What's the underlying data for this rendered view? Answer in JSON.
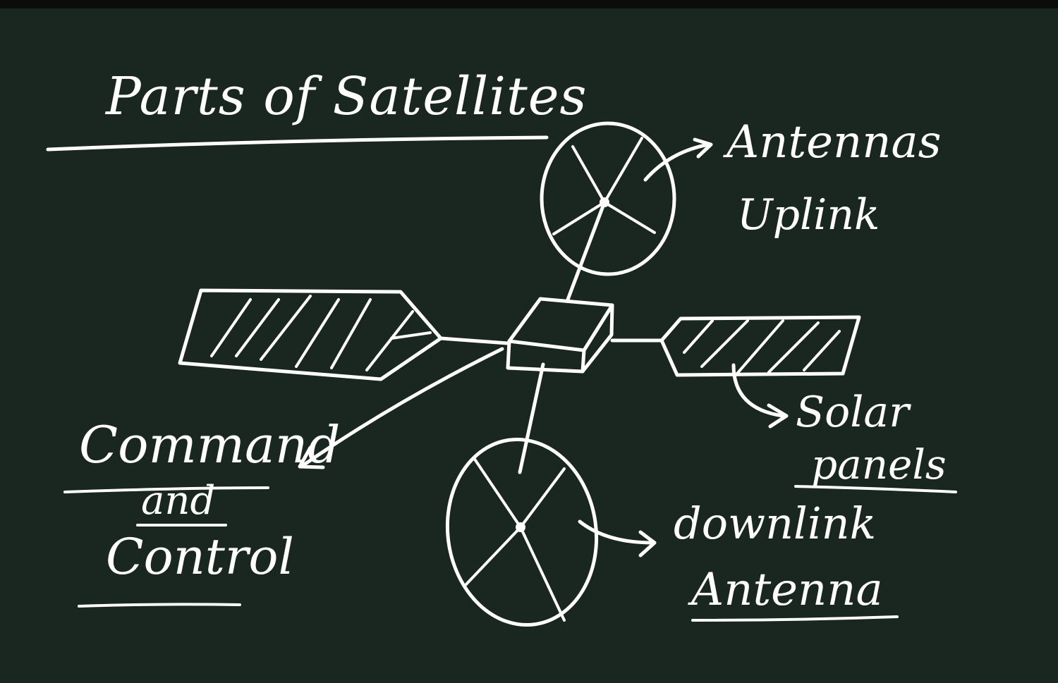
{
  "title": "Parts of Satellites",
  "labels": {
    "antennas": "Antennas",
    "uplink": "Uplink",
    "command": "Command",
    "and": "and",
    "control": "Control",
    "solar": "Solar",
    "panels": "panels",
    "downlink": "downlink",
    "antenna": "Antenna"
  },
  "colors": {
    "board": "#1a2720",
    "chalk": "#ffffff",
    "top_bar": "#0b0d0c"
  }
}
